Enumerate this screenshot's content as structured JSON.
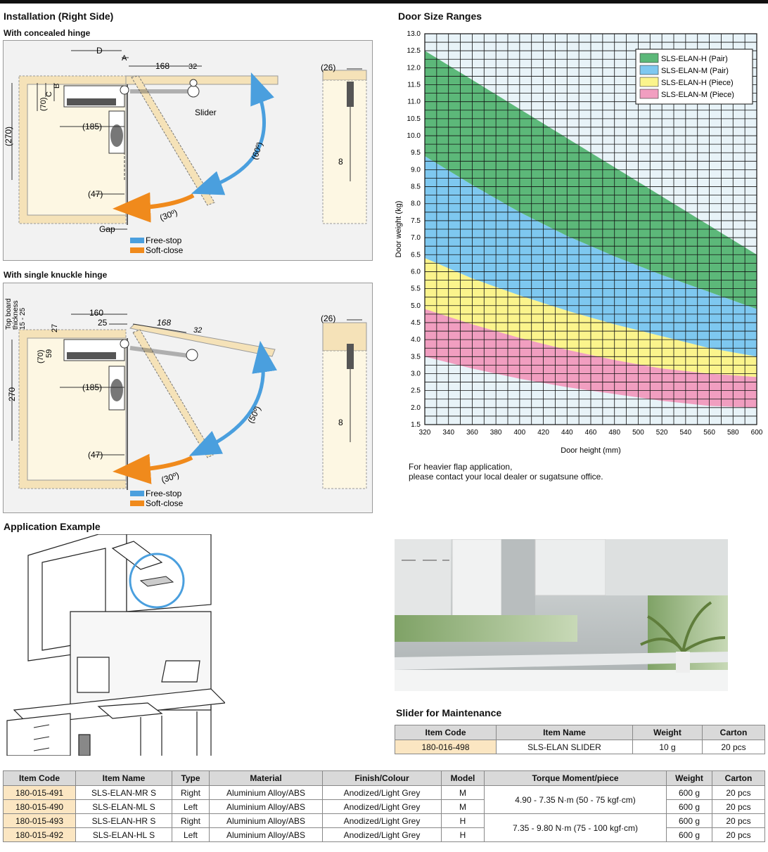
{
  "installation": {
    "title": "Installation (Right Side)",
    "concealed": {
      "subtitle": "With concealed hinge",
      "dims": {
        "D": "D",
        "A": "A",
        "w168": "168",
        "w32": "32",
        "h70": "(70)",
        "C": "C",
        "B": "B",
        "h270": "(270)",
        "d185": "(185)",
        "d47": "(47)",
        "gap": "Gap",
        "slider": "Slider",
        "ang60": "(60º)",
        "ang30": "(30º)",
        "side26": "(26)",
        "side8": "8"
      }
    },
    "knuckle": {
      "subtitle": "With single knuckle hinge",
      "dims": {
        "tb1": "Top board",
        "tb2": "thickness",
        "tb3": "15 - 25",
        "w160": "160",
        "w25": "25",
        "w168": "168",
        "w32": "32",
        "d27": "27",
        "h70": "(70)",
        "d59": "59",
        "h270": "270",
        "d185": "(185)",
        "d47": "(47)",
        "ang50": "(50º)",
        "ang30": "(30º)",
        "side26": "(26)",
        "side8": "8"
      }
    },
    "legend": {
      "free": "Free-stop",
      "soft": "Soft-close"
    }
  },
  "door": {
    "title": "Door Size Ranges",
    "note1": "For heavier flap application,",
    "note2": "please contact your local dealer or sugatsune office."
  },
  "chart_data": {
    "type": "area",
    "xlabel": "Door height (mm)",
    "ylabel": "Door weight (kg)",
    "xlim": [
      320,
      600
    ],
    "ylim": [
      1.5,
      13.0
    ],
    "xticks": [
      320,
      340,
      360,
      380,
      400,
      420,
      440,
      460,
      480,
      500,
      520,
      540,
      560,
      580,
      600
    ],
    "yticks": [
      "1.5",
      "2.0",
      "2.5",
      "3.0",
      "3.5",
      "4.0",
      "4.5",
      "5.0",
      "5.5",
      "6.0",
      "6.5",
      "7.0",
      "7.5",
      "8.0",
      "8.5",
      "9.0",
      "9.5",
      "10.0",
      "10.5",
      "11.0",
      "11.5",
      "12.0",
      "12.5",
      "13.0"
    ],
    "grid": true,
    "legend_position": "top-right",
    "series": [
      {
        "name": "SLS-ELAN-H (Pair)",
        "color": "#5cb879",
        "upper": [
          [
            320,
            12.5
          ],
          [
            600,
            6.5
          ]
        ],
        "lower": [
          [
            320,
            9.4
          ],
          [
            360,
            8.55
          ],
          [
            400,
            7.75
          ],
          [
            440,
            7.05
          ],
          [
            480,
            6.45
          ],
          [
            520,
            5.9
          ],
          [
            560,
            5.4
          ],
          [
            600,
            4.9
          ]
        ]
      },
      {
        "name": "SLS-ELAN-M (Pair)",
        "color": "#7ec8f0",
        "upper": [
          [
            320,
            9.4
          ],
          [
            360,
            8.55
          ],
          [
            400,
            7.75
          ],
          [
            440,
            7.05
          ],
          [
            480,
            6.45
          ],
          [
            520,
            5.9
          ],
          [
            560,
            5.4
          ],
          [
            600,
            4.9
          ]
        ],
        "lower": [
          [
            320,
            6.4
          ],
          [
            360,
            5.8
          ],
          [
            400,
            5.3
          ],
          [
            440,
            4.85
          ],
          [
            480,
            4.45
          ],
          [
            520,
            4.1
          ],
          [
            560,
            3.75
          ],
          [
            600,
            3.5
          ]
        ]
      },
      {
        "name": "SLS-ELAN-H (Piece)",
        "color": "#fbf48c",
        "upper": [
          [
            320,
            6.4
          ],
          [
            360,
            5.8
          ],
          [
            400,
            5.3
          ],
          [
            440,
            4.85
          ],
          [
            480,
            4.45
          ],
          [
            520,
            4.1
          ],
          [
            560,
            3.75
          ],
          [
            600,
            3.5
          ]
        ],
        "lower": [
          [
            320,
            4.9
          ],
          [
            360,
            4.45
          ],
          [
            400,
            4.05
          ],
          [
            440,
            3.7
          ],
          [
            480,
            3.4
          ],
          [
            520,
            3.15
          ],
          [
            560,
            3.0
          ],
          [
            600,
            2.9
          ]
        ]
      },
      {
        "name": "SLS-ELAN-M (Piece)",
        "color": "#f19ec0",
        "upper": [
          [
            320,
            4.9
          ],
          [
            360,
            4.45
          ],
          [
            400,
            4.05
          ],
          [
            440,
            3.7
          ],
          [
            480,
            3.4
          ],
          [
            520,
            3.15
          ],
          [
            560,
            3.0
          ],
          [
            600,
            2.9
          ]
        ],
        "lower": [
          [
            320,
            3.5
          ],
          [
            360,
            3.15
          ],
          [
            400,
            2.85
          ],
          [
            440,
            2.6
          ],
          [
            480,
            2.4
          ],
          [
            520,
            2.2
          ],
          [
            560,
            2.05
          ],
          [
            600,
            2.0
          ]
        ]
      }
    ]
  },
  "application": {
    "title": "Application Example"
  },
  "slider_maint": {
    "title": "Slider for Maintenance",
    "headers": [
      "Item Code",
      "Item Name",
      "Weight",
      "Carton"
    ],
    "rows": [
      [
        "180-016-498",
        "SLS-ELAN SLIDER",
        "10 g",
        "20 pcs"
      ]
    ]
  },
  "products": {
    "headers": [
      "Item Code",
      "Item Name",
      "Type",
      "Material",
      "Finish/Colour",
      "Model",
      "Torque Moment/piece",
      "Weight",
      "Carton"
    ],
    "rows": [
      {
        "code": "180-015-491",
        "name": "SLS-ELAN-MR S",
        "type": "Right",
        "material": "Aluminium Alloy/ABS",
        "finish": "Anodized/Light Grey",
        "model": "M",
        "weight": "600 g",
        "carton": "20 pcs"
      },
      {
        "code": "180-015-490",
        "name": "SLS-ELAN-ML S",
        "type": "Left",
        "material": "Aluminium Alloy/ABS",
        "finish": "Anodized/Light Grey",
        "model": "M",
        "weight": "600 g",
        "carton": "20 pcs"
      },
      {
        "code": "180-015-493",
        "name": "SLS-ELAN-HR S",
        "type": "Right",
        "material": "Aluminium Alloy/ABS",
        "finish": "Anodized/Light Grey",
        "model": "H",
        "weight": "600 g",
        "carton": "20 pcs"
      },
      {
        "code": "180-015-492",
        "name": "SLS-ELAN-HL S",
        "type": "Left",
        "material": "Aluminium Alloy/ABS",
        "finish": "Anodized/Light Grey",
        "model": "H",
        "weight": "600 g",
        "carton": "20 pcs"
      }
    ],
    "torque_m": "4.90 - 7.35 N·m (50 - 75 kgf·cm)",
    "torque_h": "7.35 - 9.80 N·m (75 - 100 kgf·cm)"
  }
}
